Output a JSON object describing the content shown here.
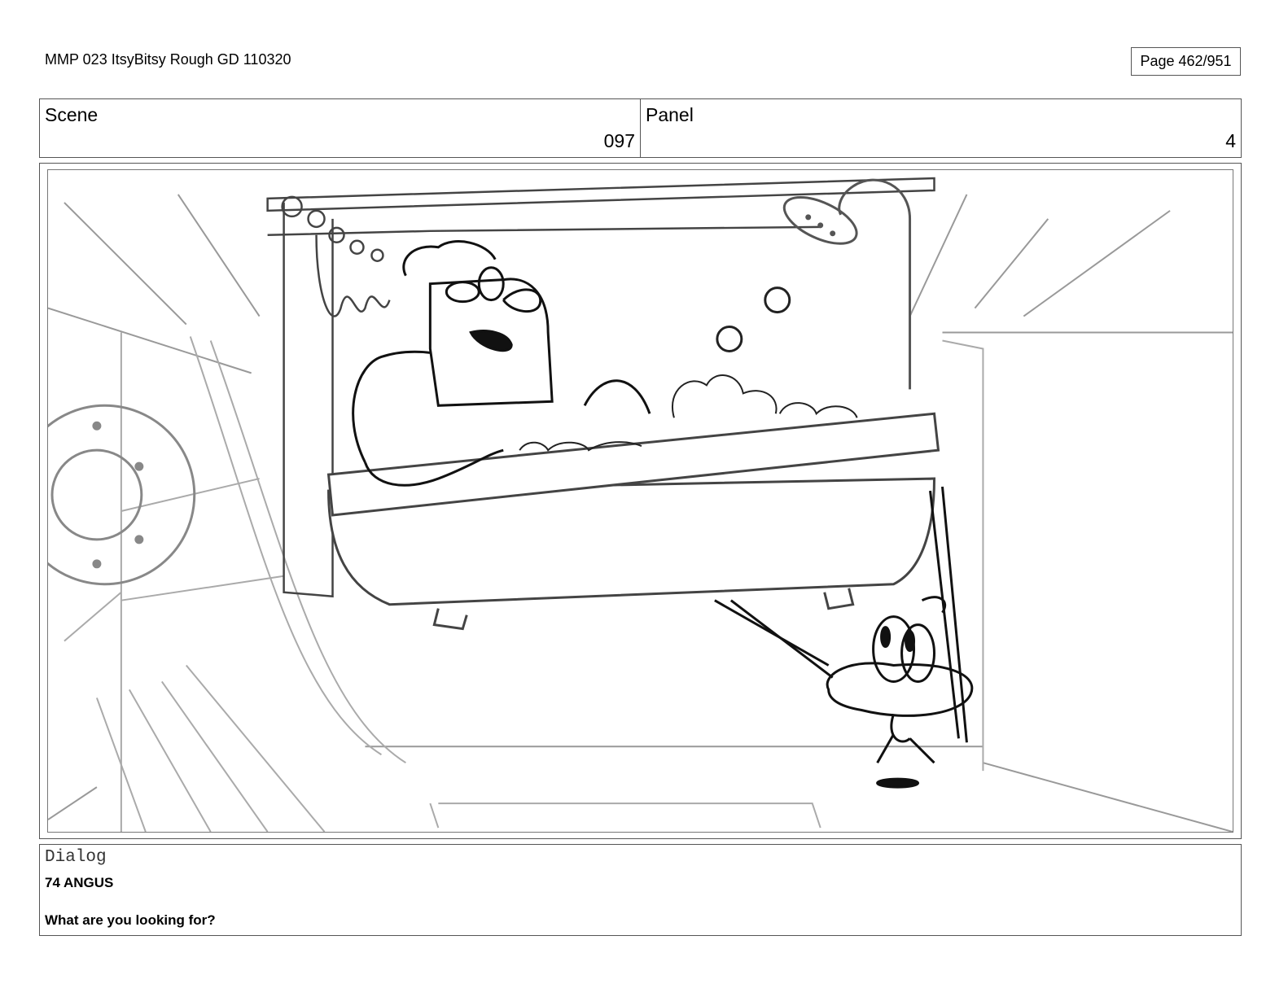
{
  "header": {
    "doc_title": "MMP 023 ItsyBitsy Rough GD 110320",
    "page": "Page 462/951"
  },
  "scene": {
    "label": "Scene",
    "value": "097"
  },
  "panel": {
    "label": "Panel",
    "value": "4"
  },
  "dialog": {
    "label": "Dialog",
    "speaker": "74 ANGUS",
    "line": "What are you looking for?"
  }
}
